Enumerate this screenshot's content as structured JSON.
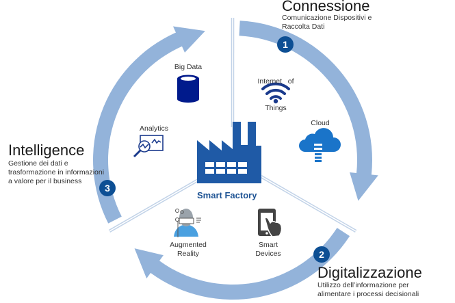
{
  "colors": {
    "ring": "#93b3da",
    "divider": "#c2d3e8",
    "badge": "#0d4f94",
    "factory": "#1f5aa6",
    "database": "#001a8c",
    "wifi": "#1a3a8c",
    "cloud": "#1a74c9",
    "device": "#444444",
    "person": "#9aa3ab",
    "shirt": "#4aa0e0"
  },
  "center": {
    "label": "Smart Factory",
    "icon": "factory-icon"
  },
  "phases": [
    {
      "number": "1",
      "title": "Connessione",
      "description_lines": [
        "Comunicazione Dispositivi e",
        "Raccolta Dati"
      ]
    },
    {
      "number": "2",
      "title": "Digitalizzazione",
      "description_lines": [
        "Utilizzo dell’informazione per",
        "alimentare i processi decisionali"
      ]
    },
    {
      "number": "3",
      "title": "Intelligence",
      "description_lines": [
        "Gestione dei dati e",
        "trasformazione in informazioni",
        "a valore per il business"
      ]
    }
  ],
  "technologies": [
    {
      "label_lines": [
        "Big Data"
      ],
      "icon": "database-icon"
    },
    {
      "label_lines": [
        "Internet   of",
        "Things"
      ],
      "icon": "wifi-icon"
    },
    {
      "label_lines": [
        "Cloud"
      ],
      "icon": "cloud-icon"
    },
    {
      "label_lines": [
        "Analytics"
      ],
      "icon": "analytics-icon"
    },
    {
      "label_lines": [
        "Augmented",
        "Reality"
      ],
      "icon": "augmented-reality-icon"
    },
    {
      "label_lines": [
        "Smart",
        "Devices"
      ],
      "icon": "smart-device-icon"
    }
  ]
}
